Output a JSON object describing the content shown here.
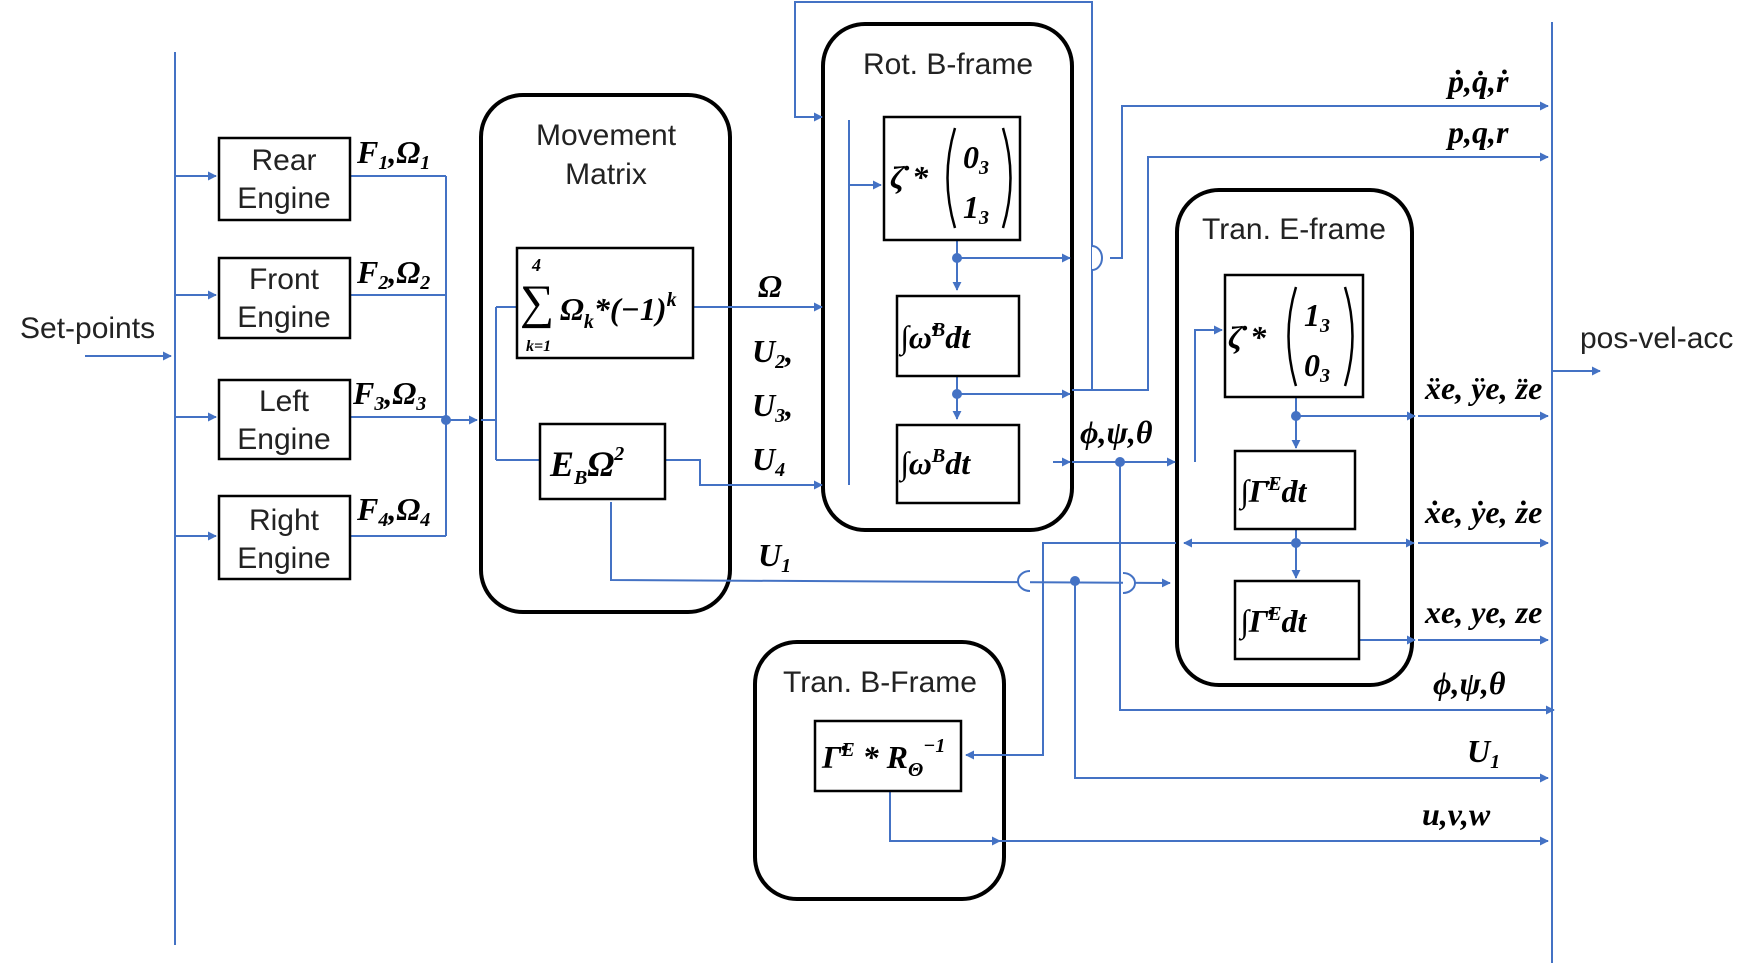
{
  "colors": {
    "wire": "#4472c4",
    "box": "#000000",
    "text": "#222222"
  },
  "labels": {
    "setpoints": "Set-points",
    "output": "pos-vel-acc"
  },
  "engines": [
    {
      "line1": "Rear",
      "line2": "Engine",
      "out_var": "F",
      "out_sub": "1",
      "out_omega": "Ω",
      "out_omega_sub": "1"
    },
    {
      "line1": "Front",
      "line2": "Engine",
      "out_var": "F",
      "out_sub": "2",
      "out_omega": "Ω",
      "out_omega_sub": "2"
    },
    {
      "line1": "Left",
      "line2": "Engine",
      "out_var": "F",
      "out_sub": "3",
      "out_omega": "Ω",
      "out_omega_sub": "3"
    },
    {
      "line1": "Right",
      "line2": "Engine",
      "out_var": "F",
      "out_sub": "4",
      "out_omega": "Ω",
      "out_omega_sub": "4"
    }
  ],
  "movement": {
    "title1": "Movement",
    "title2": "Matrix",
    "sum_upper": "4",
    "sum_lower": "k=1",
    "sum_symbol": "∑",
    "sum_body": "Ω",
    "sum_body_sub": "k",
    "sum_tail": "*(−1)",
    "sum_tail_sup": "k",
    "eb_main": "E",
    "eb_sub": "B",
    "eb_omega": "Ω",
    "eb_sup": "2"
  },
  "signals": {
    "omega": "Ω",
    "u2": "U",
    "u2_sub": "2",
    "u2_tail": ",",
    "u3": "U",
    "u3_sub": "3",
    "u3_tail": ",",
    "u4": "U",
    "u4_sub": "4",
    "u1": "U",
    "u1_sub": "1",
    "angles": "ϕ,ψ,θ"
  },
  "rot_bframe": {
    "title": "Rot. B-frame",
    "zeta_block": "ζ̇ *",
    "zeta_top": "0",
    "zeta_top_sub": "3",
    "zeta_bot": "1",
    "zeta_bot_sub": "3",
    "int1": "∫ω̇",
    "int1_sup": "B",
    "int1_tail": "dt",
    "int2": "∫ω",
    "int2_sup": "B",
    "int2_tail": "dt"
  },
  "tran_eframe": {
    "title": "Tran. E-frame",
    "zeta_block": "ζ̇ *",
    "zeta_top": "1",
    "zeta_top_sub": "3",
    "zeta_bot": "0",
    "zeta_bot_sub": "3",
    "int1": "∫Γ̈",
    "int1_sup": "E",
    "int1_tail": "dt",
    "int2": "∫Γ̇",
    "int2_sup": "E",
    "int2_tail": "dt"
  },
  "tran_bframe": {
    "title": "Tran. B-Frame",
    "expr": "Γ̇",
    "expr_sup": "E",
    "expr_mid": " * R",
    "expr_sub": "Θ",
    "expr_sup2": "−1"
  },
  "outputs": {
    "pqr_dot": "ṗ,q̇,ṙ",
    "pqr": "p,q,r",
    "acc": "ẍe, ÿe, z̈e",
    "vel": "ẋe, ẏe, że",
    "pos": "xe, ye, ze",
    "angles": "ϕ,ψ,θ",
    "u1": "U",
    "u1_sub": "1",
    "uvw": "u,v,w"
  }
}
